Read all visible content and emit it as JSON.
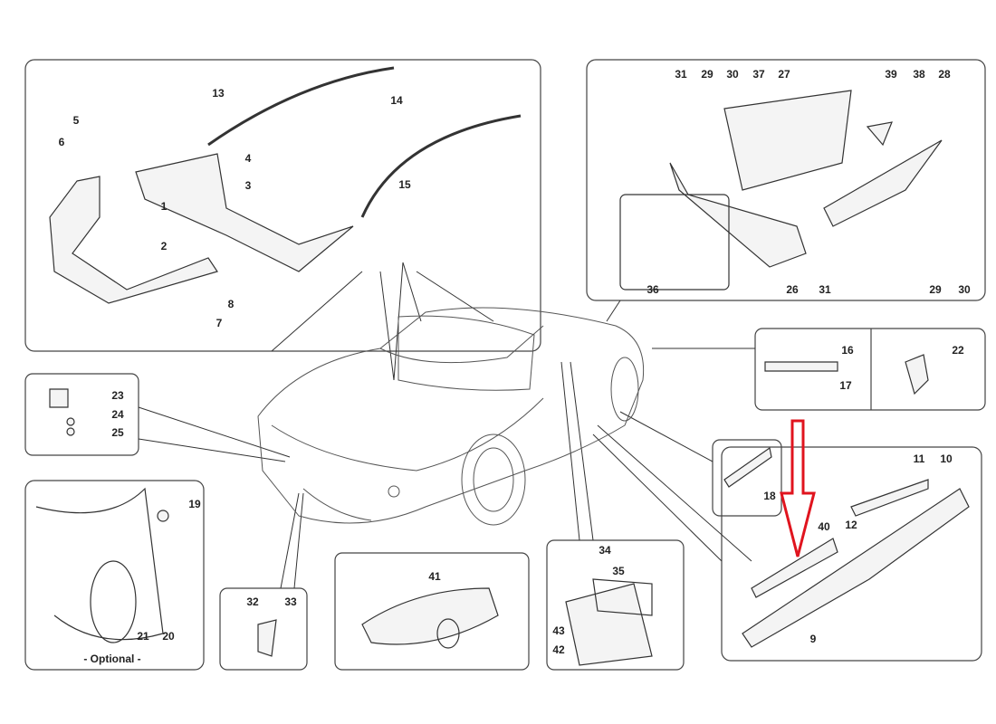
{
  "callouts": {
    "c1": "1",
    "c2": "2",
    "c3": "3",
    "c4": "4",
    "c5": "5",
    "c6": "6",
    "c7": "7",
    "c8": "8",
    "c9": "9",
    "c10": "10",
    "c11": "11",
    "c12": "12",
    "c13": "13",
    "c14": "14",
    "c15": "15",
    "c16": "16",
    "c17": "17",
    "c18": "18",
    "c19": "19",
    "c20": "20",
    "c21": "21",
    "c22": "22",
    "c23": "23",
    "c24": "24",
    "c25": "25",
    "c26": "26",
    "c27": "27",
    "c28": "28",
    "c29": "29",
    "c30": "30",
    "c31": "31",
    "c32": "32",
    "c33": "33",
    "c34": "34",
    "c35": "35",
    "c36": "36",
    "c37": "37",
    "c38": "38",
    "c39": "39",
    "c40": "40",
    "c41": "41",
    "c42": "42",
    "c43": "43"
  },
  "optional_label": "- Optional -",
  "colors": {
    "line": "#333333",
    "panel_border": "#444444",
    "arrow": "#e0141e"
  }
}
